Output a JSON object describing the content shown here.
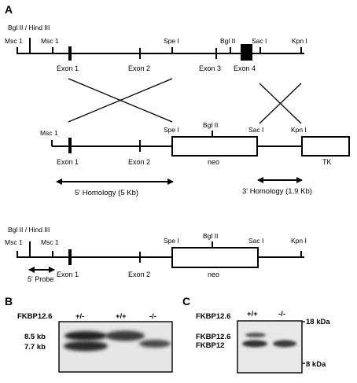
{
  "panel_a": {
    "letter": "A",
    "wildtype": {
      "top_label": "Bgl II / Hind III",
      "sites": [
        "Msc 1",
        "Msc 1",
        "Spe I",
        "Bgl II",
        "Sac I",
        "Kpn I"
      ],
      "exons": [
        "Exon 1",
        "Exon 2",
        "Exon 3",
        "Exon 4"
      ]
    },
    "targeting": {
      "sites": [
        "Msc 1",
        "Spe I",
        "Bgl II",
        "Sac I",
        "Kpn I"
      ],
      "exons": [
        "Exon 1",
        "Exon 2"
      ],
      "neo": "neo",
      "tk": "TK",
      "homology_5": "5' Homology (5 Kb)",
      "homology_3": "3' Homology (1.9 Kb)"
    },
    "targeted": {
      "top_label": "Bgl II / Hind III",
      "sites": [
        "Msc 1",
        "Msc 1",
        "Spe I",
        "Bgl II",
        "Sac I",
        "Kpn I"
      ],
      "exons": [
        "Exon 1",
        "Exon 2"
      ],
      "neo": "neo",
      "probe": "5' Probe"
    }
  },
  "panel_b": {
    "letter": "B",
    "protein": "FKBP12.6",
    "lanes": [
      "+/-",
      "+/+",
      "-/-"
    ],
    "bands": [
      "8.5 kb",
      "7.7 kb"
    ]
  },
  "panel_c": {
    "letter": "C",
    "protein": "FKBP12.6",
    "lanes": [
      "+/+",
      "-/-"
    ],
    "bands": [
      "FKBP12.6",
      "FKBP12"
    ],
    "markers": [
      "18 kDa",
      "8 kDa"
    ]
  }
}
